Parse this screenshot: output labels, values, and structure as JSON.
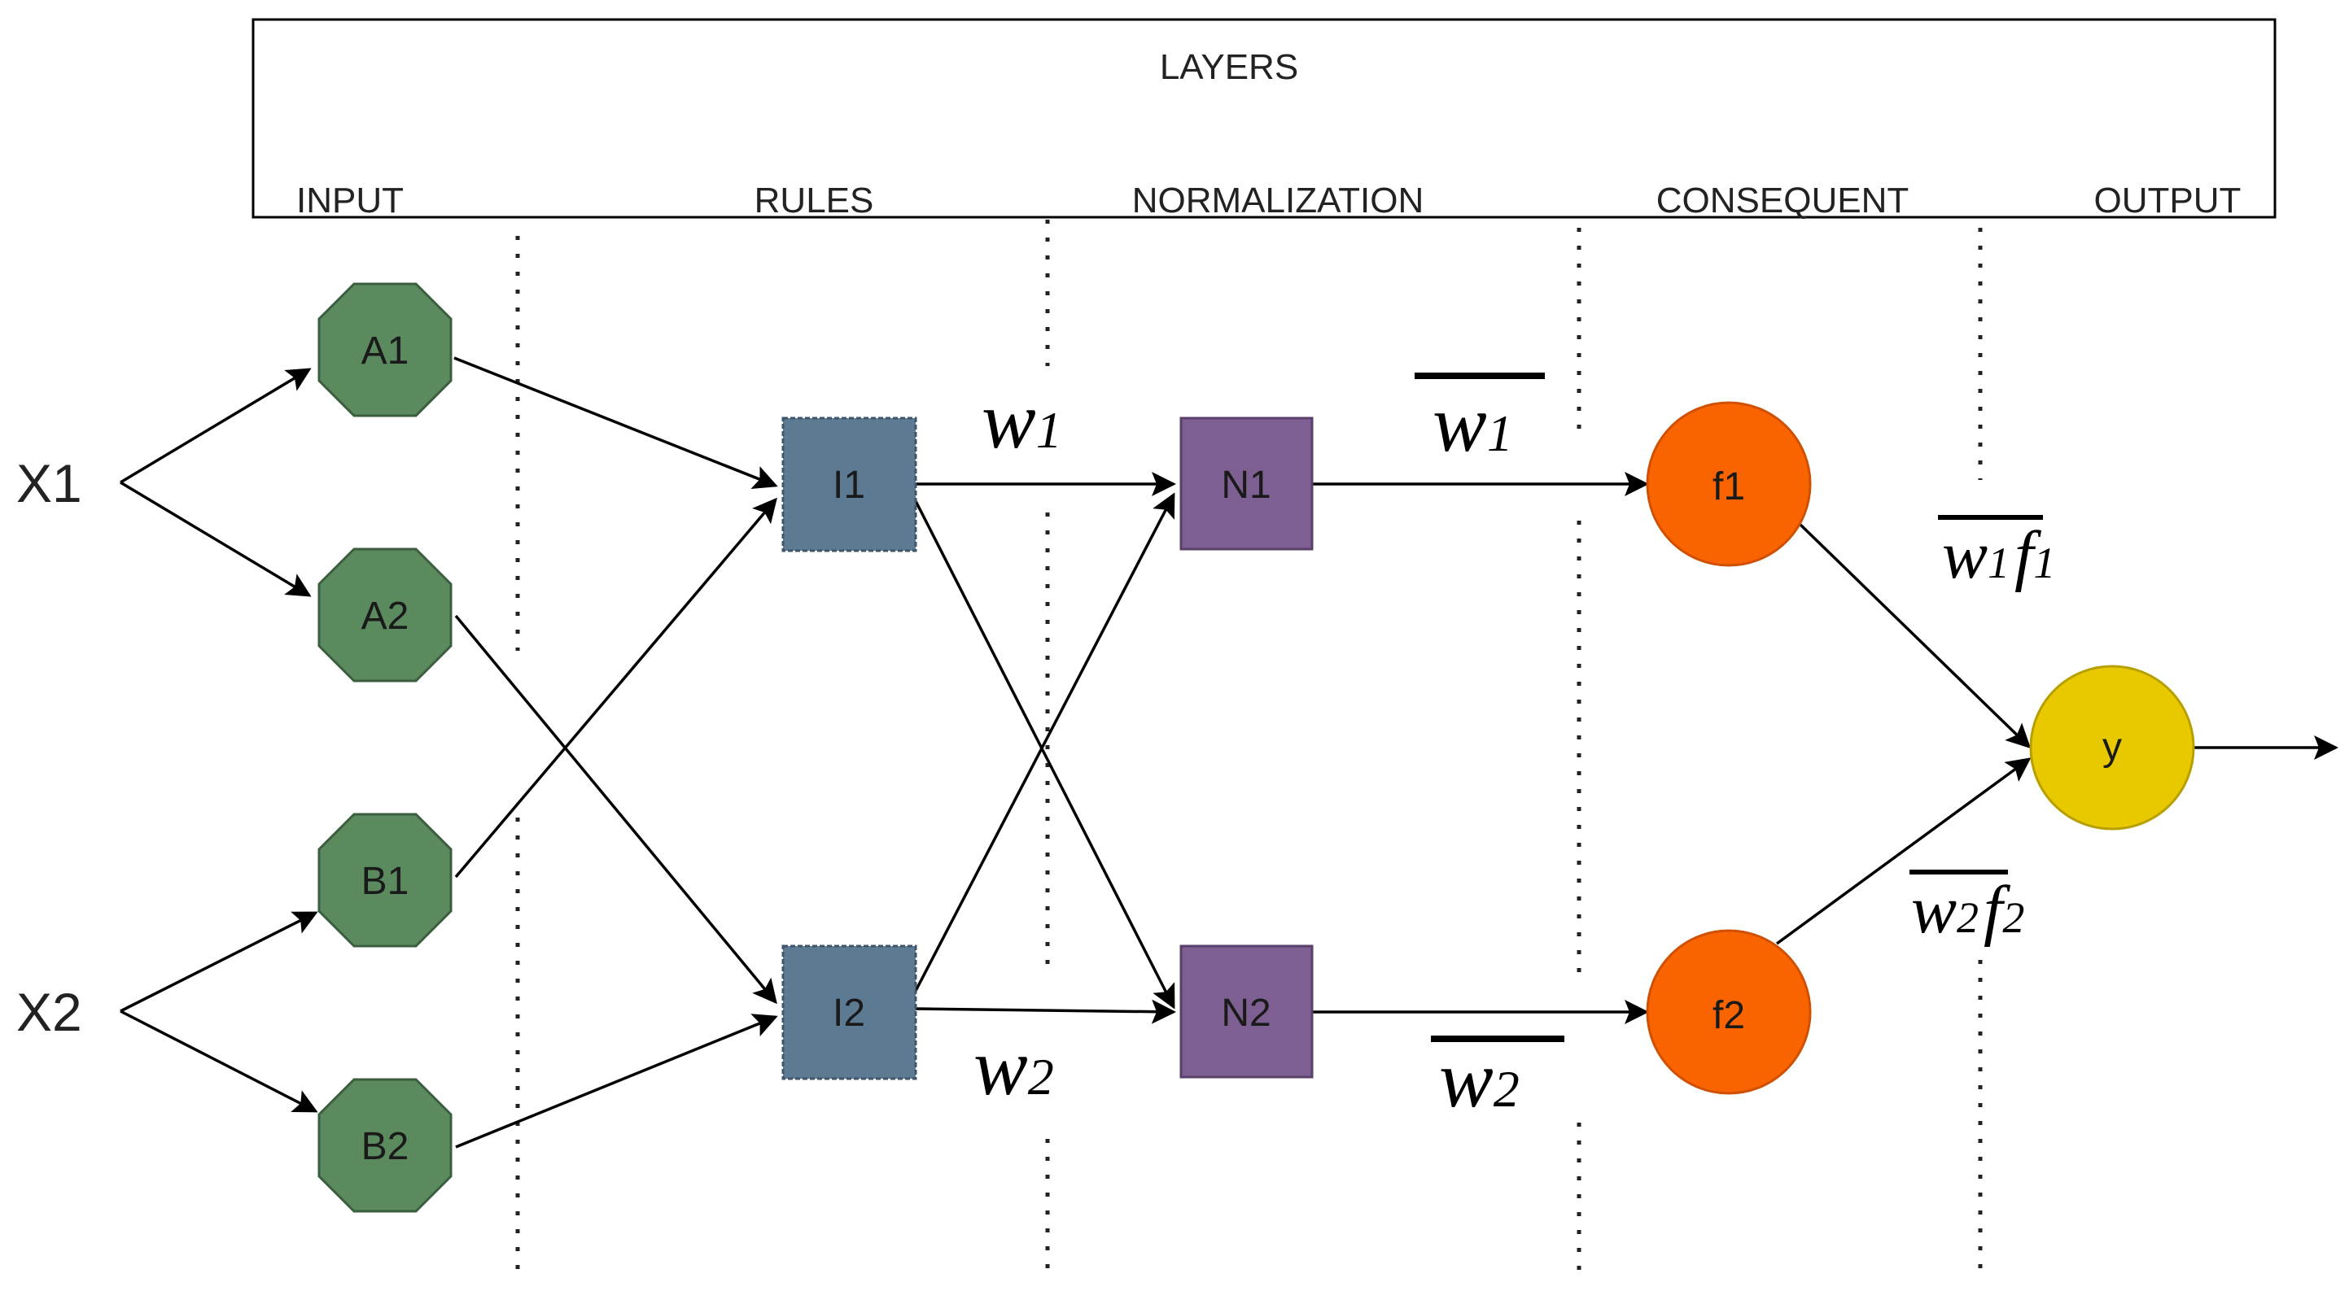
{
  "header": {
    "title": "LAYERS",
    "layers": [
      "INPUT",
      "RULES",
      "NORMALIZATION",
      "CONSEQUENT",
      "OUTPUT"
    ]
  },
  "inputs": {
    "x1": "X1",
    "x2": "X2"
  },
  "nodes": {
    "a1": "A1",
    "a2": "A2",
    "b1": "B1",
    "b2": "B2",
    "i1": "I1",
    "i2": "I2",
    "n1": "N1",
    "n2": "N2",
    "f1": "f1",
    "f2": "f2",
    "y": "y"
  },
  "edge_labels": {
    "w1": {
      "base": "w",
      "sub": "1"
    },
    "w2": {
      "base": "w",
      "sub": "2"
    },
    "w1_bar": {
      "base": "w",
      "sub": "1"
    },
    "w2_bar": {
      "base": "w",
      "sub": "2"
    },
    "w1f1": {
      "w": "w",
      "w_sub": "1",
      "f": "f",
      "f_sub": "1"
    },
    "w2f2": {
      "w": "w",
      "w_sub": "2",
      "f": "f",
      "f_sub": "2"
    }
  },
  "colors": {
    "premise": "#5a8a5e",
    "premise_border": "#3b5e3e",
    "rule": "#5d7a93",
    "rule_border": "#3e566b",
    "norm": "#7e5f91",
    "norm_border": "#5a3f6a",
    "consequent": "#fa6400",
    "consequent_border": "#d05000",
    "output": "#e8c900",
    "output_border": "#b89f00"
  }
}
